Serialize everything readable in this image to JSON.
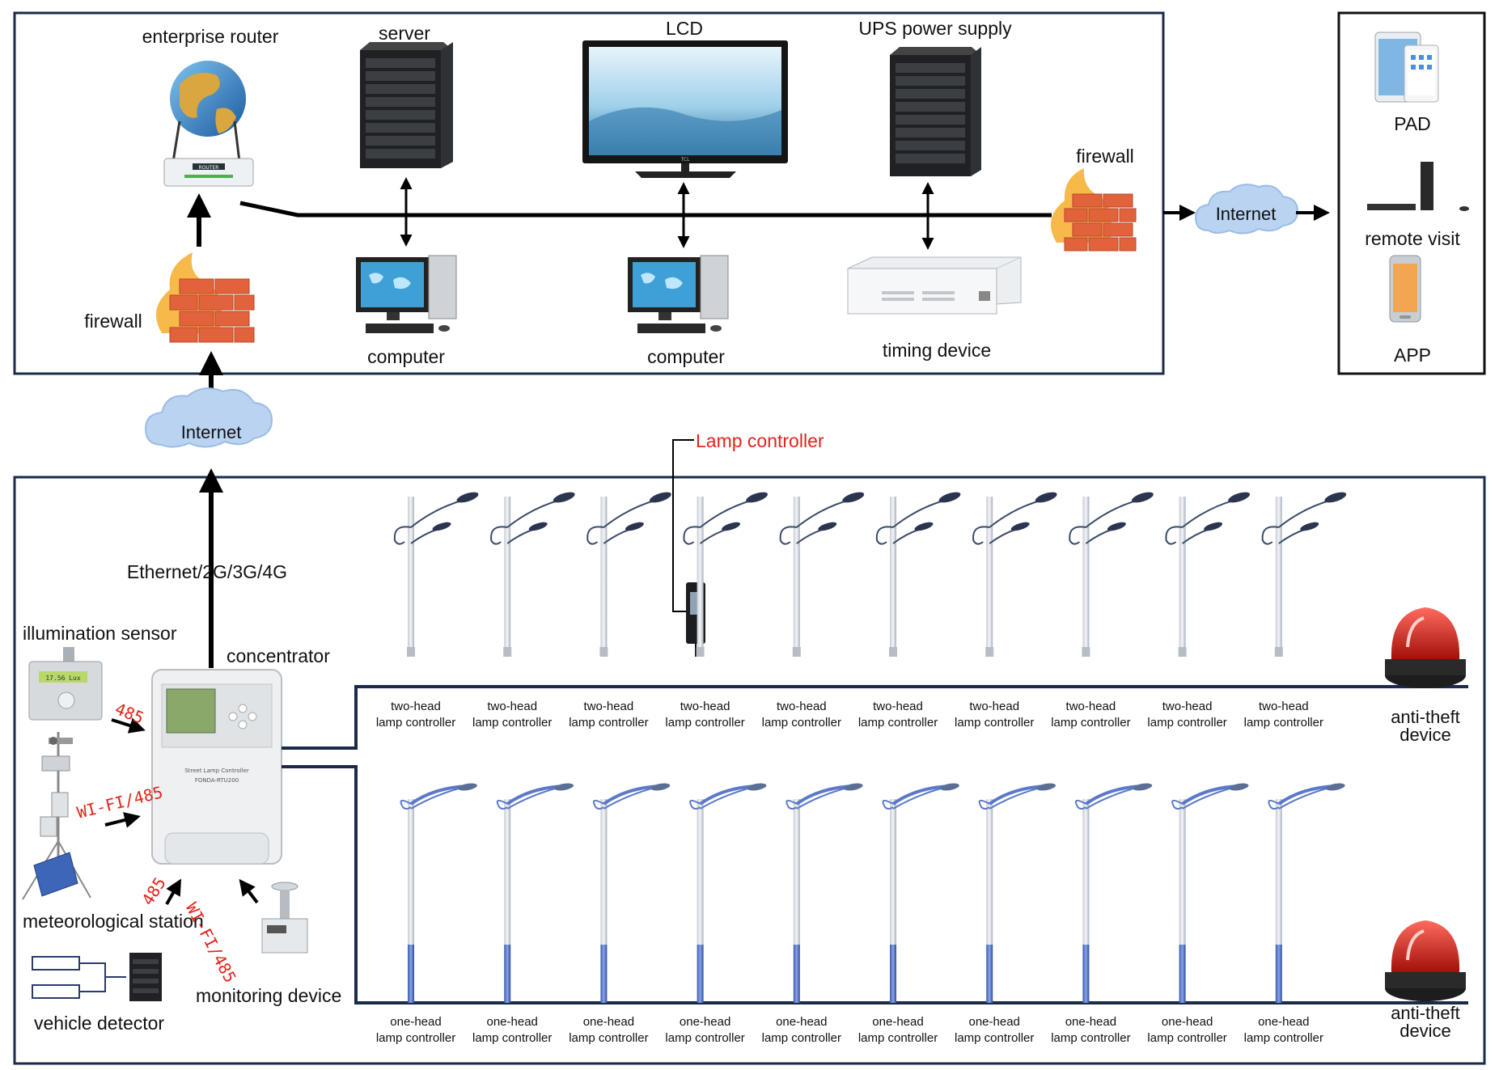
{
  "top": {
    "enterprise_router": "enterprise router",
    "server": "server",
    "lcd": "LCD",
    "ups": "UPS power supply",
    "firewall_left": "firewall",
    "firewall_right": "firewall",
    "computer_1": "computer",
    "computer_2": "computer",
    "timing_device": "timing device",
    "internet_right": "Internet",
    "router_badge": "ROUTER",
    "tv_brand": "TCL"
  },
  "remote": {
    "pad": "PAD",
    "remote_visit": "remote visit",
    "app": "APP"
  },
  "middle": {
    "internet": "Internet",
    "link": "Ethernet/2G/3G/4G"
  },
  "bottom": {
    "lamp_controller_callout": "Lamp controller",
    "illumination_sensor": "illumination sensor",
    "concentrator": "concentrator",
    "meteorological_station": "meteorological station",
    "monitoring_device": "monitoring device",
    "vehicle_detector": "vehicle detector",
    "anti_theft_1": "anti-theft device",
    "anti_theft_2": "anti-theft device",
    "tag_485_a": "485",
    "tag_wifi_a": "WI-FI/485",
    "tag_485_b": "485",
    "tag_wifi_b": "WI-FI/485",
    "concentrator_title": "Street Lamp Controller",
    "concentrator_model": "FONDA-RTU200",
    "sensor_display": "17.56 Lux",
    "two_head_line1": "two-head",
    "two_head_line2": "lamp controller",
    "one_head_line1": "one-head",
    "one_head_line2": "lamp controller",
    "pole_count": 10
  },
  "colors": {
    "frame": "#1c2a4a",
    "red_text": "#e2231a",
    "cloud": "#b9d3f1",
    "pole_top": "#d8dde4",
    "pole_blue": "#5a79c9",
    "lamp_dark": "#3a4a6a"
  }
}
